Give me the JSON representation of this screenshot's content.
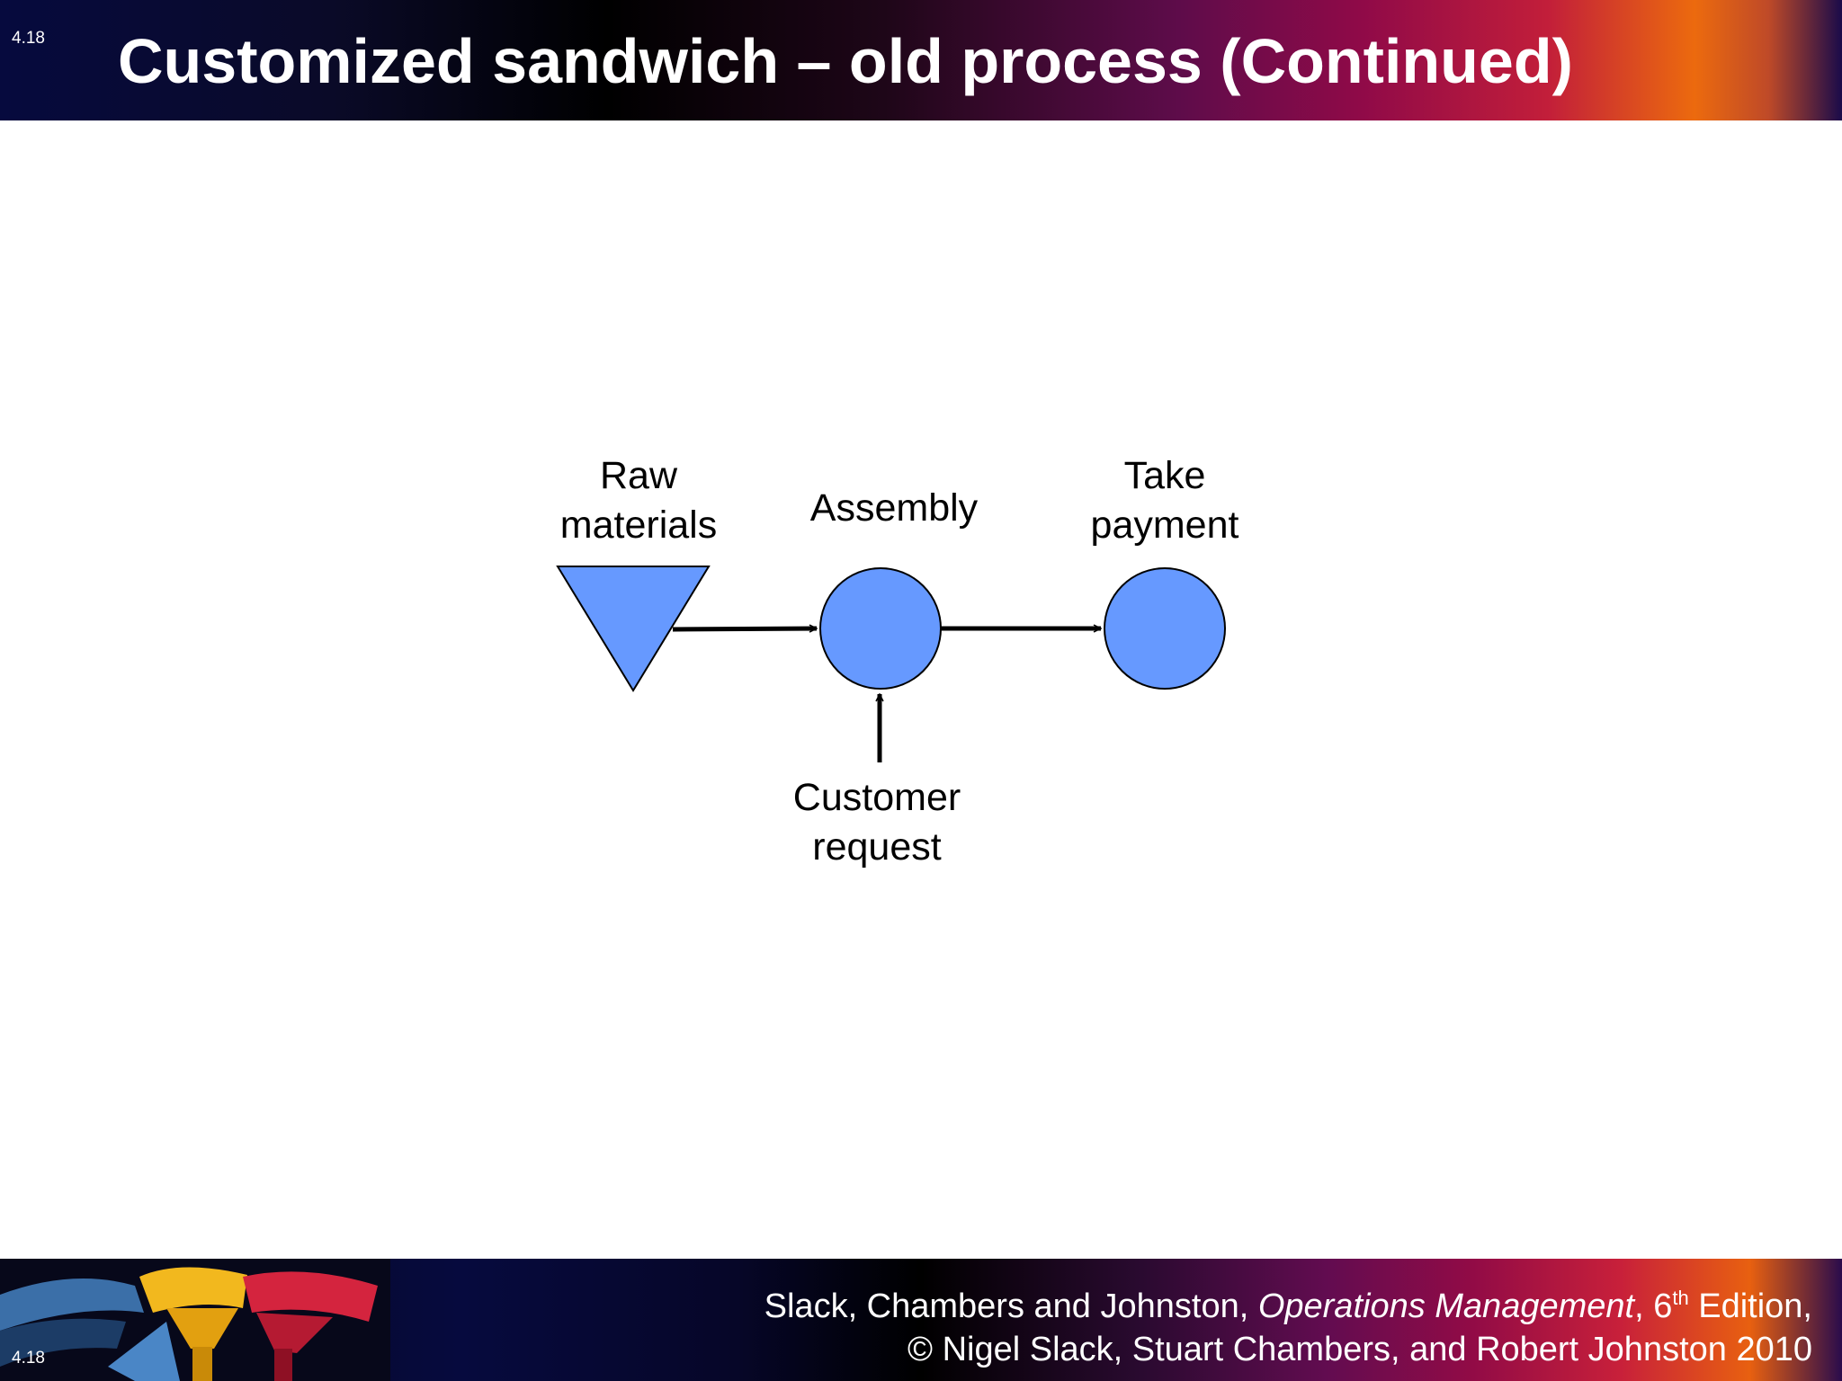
{
  "slide": {
    "number": "4.18",
    "title": "Customized sandwich – old process (Continued)"
  },
  "diagram": {
    "nodes": [
      {
        "id": "raw-materials",
        "shape": "inverted-triangle",
        "label": "Raw\nmaterials",
        "color": "#6699ff"
      },
      {
        "id": "assembly",
        "shape": "circle",
        "label": "Assembly",
        "color": "#6699ff"
      },
      {
        "id": "take-payment",
        "shape": "circle",
        "label": "Take\npayment",
        "color": "#6699ff"
      }
    ],
    "inputs": [
      {
        "id": "customer-request",
        "label": "Customer\nrequest",
        "target": "assembly"
      }
    ],
    "edges": [
      {
        "from": "raw-materials",
        "to": "assembly"
      },
      {
        "from": "assembly",
        "to": "take-payment"
      },
      {
        "from": "customer-request",
        "to": "assembly"
      }
    ]
  },
  "footer": {
    "authors": "Slack, Chambers and Johnston, ",
    "book_title": "Operations Management",
    "edition_prefix": ", 6",
    "edition_sup": "th",
    "edition_suffix": " Edition,",
    "copyright": "© Nigel Slack, Stuart Chambers, and Robert Johnston 2010"
  }
}
